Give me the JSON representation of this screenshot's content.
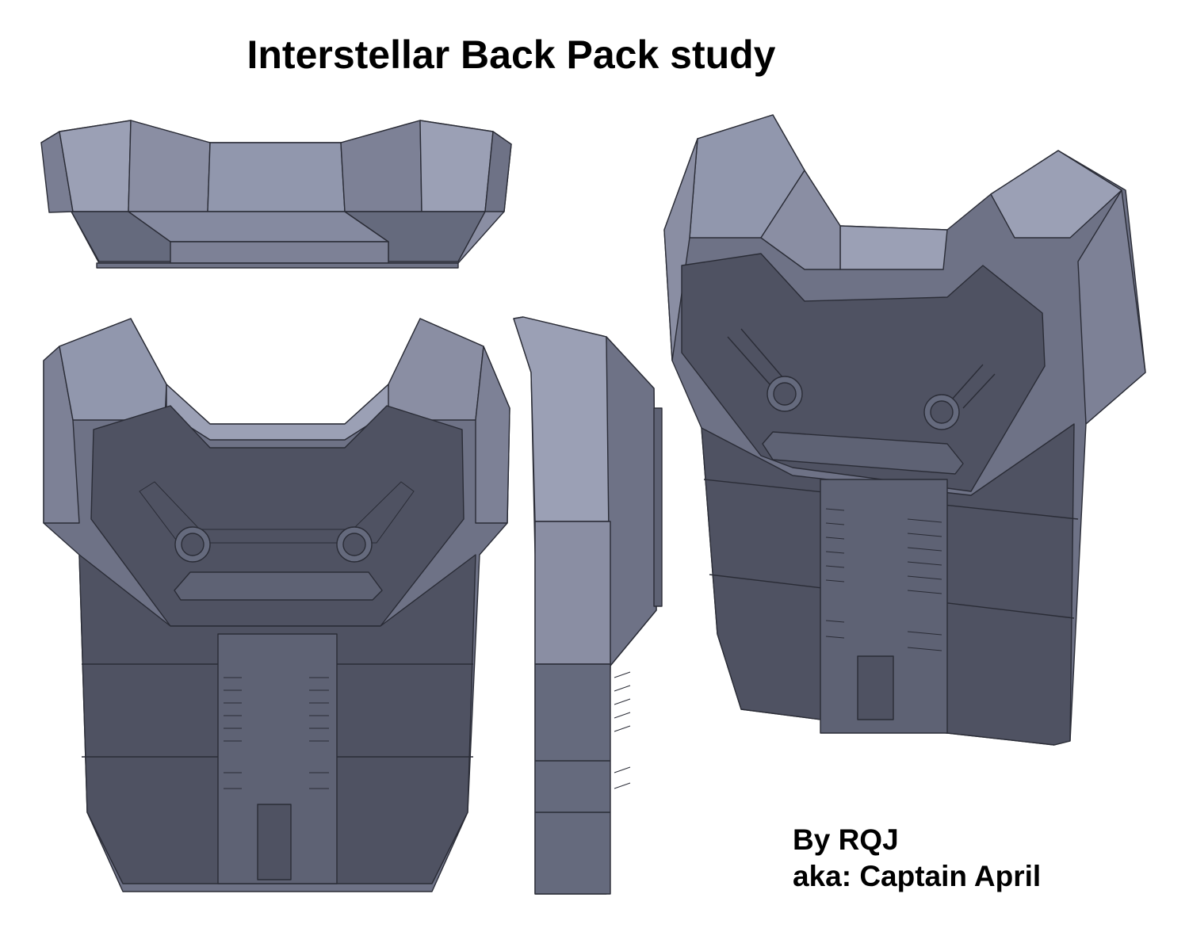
{
  "title": "Interstellar Back Pack study",
  "credit": {
    "line1": "By RQJ",
    "line2": "aka: Captain April"
  },
  "colors": {
    "background": "#ffffff",
    "light_face": "#9ba0b5",
    "mid_face": "#7d8196",
    "dark_face": "#5e6274",
    "recess_face": "#4f5262",
    "edge": "#2a2c36"
  },
  "views": [
    "top-view",
    "front-view",
    "side-view",
    "perspective-view"
  ]
}
